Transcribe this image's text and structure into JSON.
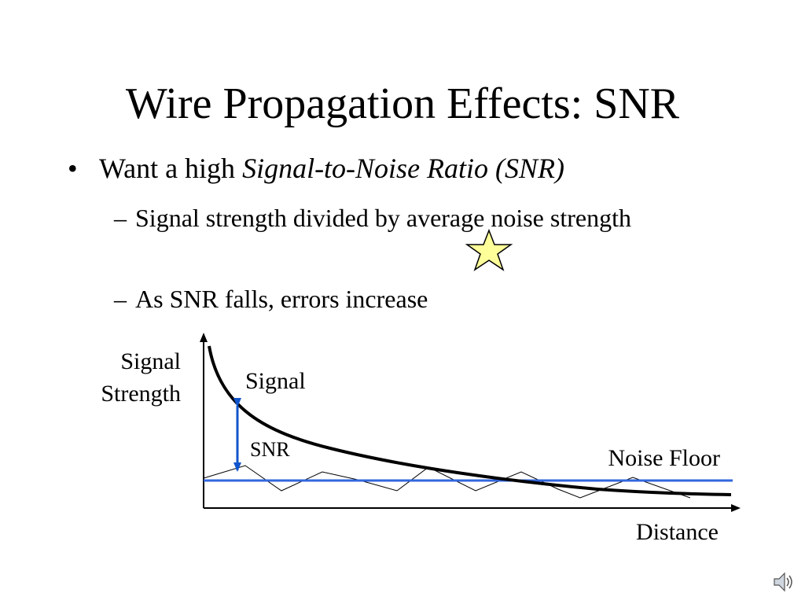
{
  "slide": {
    "title": "Wire Propagation Effects: SNR",
    "bullet": {
      "marker": "•",
      "text_plain": "Want a high ",
      "text_italic": "Signal-to-Noise Ratio (SNR)"
    },
    "subbullets": [
      {
        "marker": "–",
        "text": "Signal strength divided by average noise strength"
      },
      {
        "marker": "–",
        "text": "As SNR falls, errors increase"
      }
    ]
  },
  "diagram": {
    "y_axis_label_line1": "Signal",
    "y_axis_label_line2": "Strength",
    "x_axis_label": "Distance",
    "signal_label": "Signal",
    "snr_label": "SNR",
    "noise_floor_label": "Noise Floor",
    "colors": {
      "signal_curve": "#000000",
      "noise_floor_line": "#3366dd",
      "snr_arrow": "#1155cc",
      "noise_zigzag": "#000000",
      "star_fill": "#ffff99",
      "star_stroke": "#000000"
    },
    "icons": [
      "star-icon",
      "speaker-icon"
    ]
  }
}
